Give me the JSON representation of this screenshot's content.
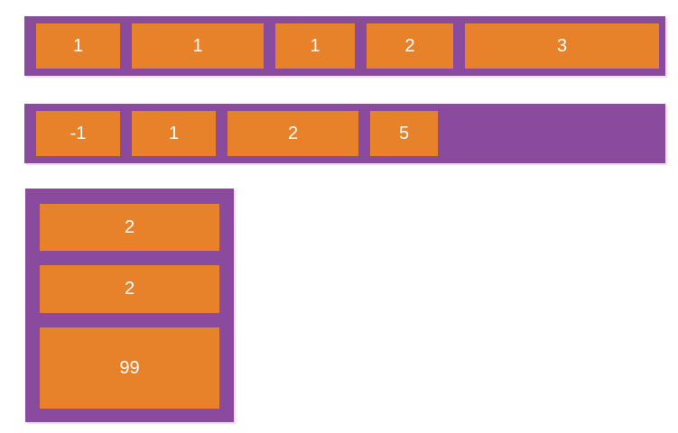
{
  "colors": {
    "background": "#ffffff",
    "container": "#8a4a9e",
    "item": "#e8822a",
    "label": "#ffffff",
    "shadow": "#eeddf3"
  },
  "containers": [
    {
      "name": "row-1",
      "direction": "row",
      "items": [
        {
          "label": "1"
        },
        {
          "label": "1"
        },
        {
          "label": "1"
        },
        {
          "label": "2"
        },
        {
          "label": "3"
        }
      ]
    },
    {
      "name": "row-2",
      "direction": "row",
      "items": [
        {
          "label": "-1"
        },
        {
          "label": "1"
        },
        {
          "label": "2"
        },
        {
          "label": "5"
        }
      ]
    },
    {
      "name": "column-1",
      "direction": "column",
      "items": [
        {
          "label": "2"
        },
        {
          "label": "2"
        },
        {
          "label": "99"
        }
      ]
    }
  ]
}
